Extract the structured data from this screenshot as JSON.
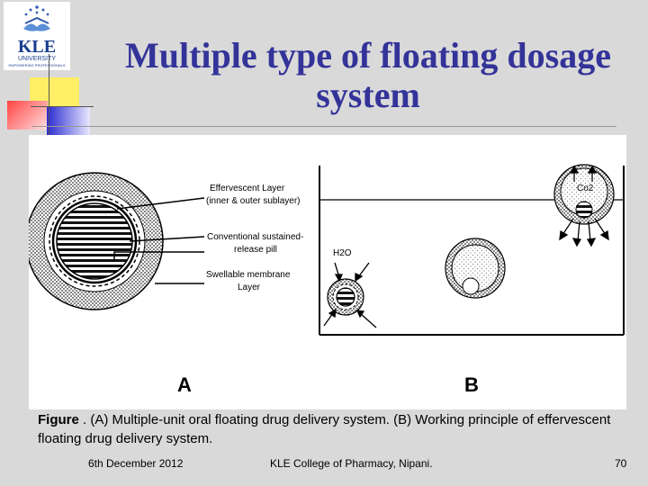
{
  "logo": {
    "text": "KLE",
    "sub1": "UNIVERSITY",
    "sub2": "EMPOWERING PROFESSIONALS"
  },
  "title": "Multiple type of floating dosage system",
  "diagram": {
    "layer_labels": [
      "Effervescent Layer",
      "(inner & outer sublayer)",
      "Conventional sustained-",
      "release pill",
      "Swellable membrane",
      "Layer"
    ],
    "water_label": "H2O",
    "gas_label": "Co2",
    "panel_a": "A",
    "panel_b": "B"
  },
  "caption": {
    "prefix": "Figure",
    "text": " .  (A) Multiple-unit oral floating drug delivery system. (B) Working principle of effervescent floating drug delivery system."
  },
  "footer": {
    "date": "6th December 2012",
    "org": "KLE College of Pharmacy, Nipani.",
    "page": "70"
  },
  "colors": {
    "title": "#333399",
    "background": "#d9d9d9",
    "deco_yellow": "#ffee66",
    "deco_blue": "#3333cc",
    "deco_red": "#ff6666"
  }
}
